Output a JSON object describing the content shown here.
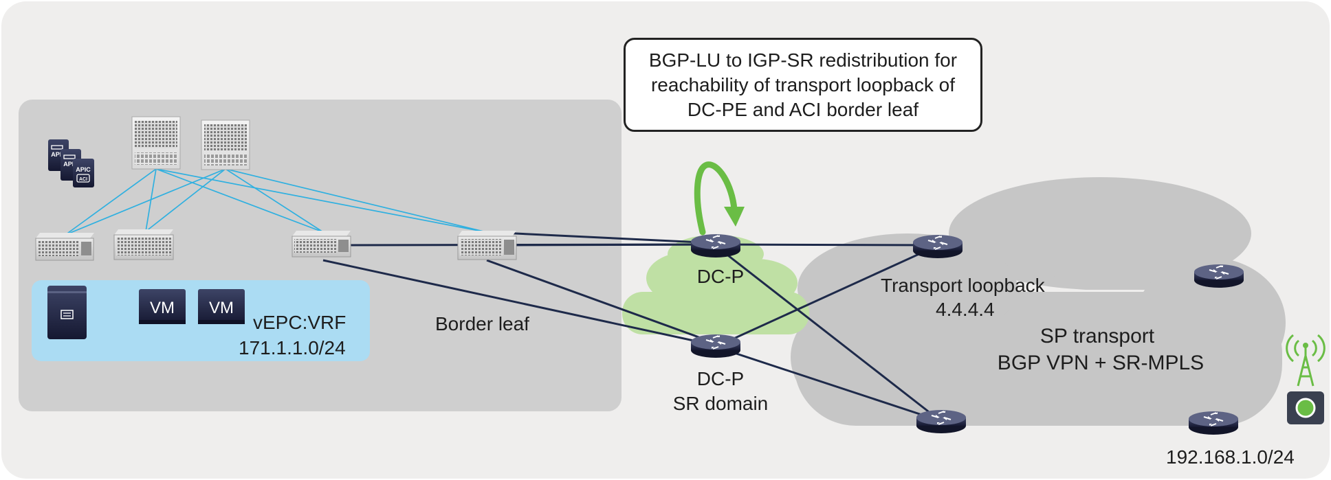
{
  "callout": {
    "line1": "BGP-LU to IGP-SR redistribution for",
    "line2": "reachability of transport loopback of",
    "line3": "DC-PE and ACI border leaf"
  },
  "labels": {
    "vm1": "VM",
    "vm2": "VM",
    "vrf_name": "vEPC:VRF",
    "vrf_subnet": "171.1.1.0/24",
    "border_leaf": "Border leaf",
    "dcp_top": "DC-P",
    "dcp_bottom": "DC-P",
    "sr_domain": "SR domain",
    "transport_loopback": "Transport loopback",
    "loopback_ip": "4.4.4.4",
    "sp_transport": "SP transport",
    "sp_protocols": "BGP VPN + SR-MPLS",
    "subnet": "192.168.1.0/24",
    "apic1": "APIC",
    "apic2": "APIC",
    "apic3": "APIC",
    "aci": "ACI"
  },
  "colors": {
    "outer_bg": "#efeeed",
    "dc_panel": "#cfcfcf",
    "vrf_panel": "#abdcf3",
    "sp_cloud": "#c6c6c6",
    "sr_cloud": "#bfe0a4",
    "fabric_link": "#2fb0e0",
    "wan_link": "#1e2a4a",
    "redistribution_arrow": "#6abd45",
    "tower": "#6abd45",
    "router": "#262a45"
  },
  "icons": [
    "apic-controller-icon",
    "spine-switch-icon",
    "leaf-switch-icon",
    "server-icon",
    "vm-icon",
    "router-icon",
    "cell-tower-icon",
    "base-station-icon"
  ]
}
